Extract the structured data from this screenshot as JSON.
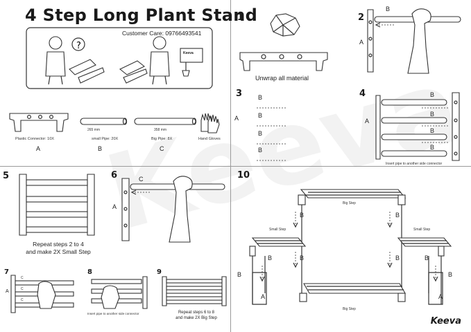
{
  "header": {
    "title": "4 Step Long Plant Stand",
    "customer_care": "Customer Care: 09766493541",
    "box_logo_text": "Keeva"
  },
  "parts": {
    "items": [
      {
        "caption": "Plastic Connector: 10X",
        "letter": "A"
      },
      {
        "caption": "small Pipe: 20X",
        "letter": "B",
        "dimension": "265 mm"
      },
      {
        "caption": "Big Pipe: 8X",
        "letter": "C",
        "dimension": "358 mm"
      },
      {
        "caption": "Hand Gloves",
        "letter": ""
      }
    ]
  },
  "steps": {
    "s1": {
      "number": "1",
      "caption": "Unwrap all material"
    },
    "s2": {
      "number": "2",
      "label_b": "B",
      "label_a": "A"
    },
    "s3": {
      "number": "3",
      "label_a": "A",
      "labels_b": [
        "B",
        "B",
        "B",
        "B"
      ]
    },
    "s4": {
      "number": "4",
      "label_a": "A",
      "labels_b": [
        "B",
        "B",
        "B",
        "B"
      ],
      "caption": "Insert pipe to another side connector"
    },
    "s5": {
      "number": "5",
      "caption_line1": "Repeat steps 2 to 4",
      "caption_line2": "and make 2X Small Step"
    },
    "s6": {
      "number": "6",
      "label_c": "C",
      "label_a": "A"
    },
    "s7": {
      "number": "7",
      "label_a": "A",
      "labels_c": [
        "C",
        "C",
        "C"
      ]
    },
    "s8": {
      "number": "8",
      "caption": "Insert pipe to another side connector"
    },
    "s9": {
      "number": "9",
      "caption_line1": "Repeat steps 6 to 8",
      "caption_line2": "and make 2X Big Step"
    },
    "s10": {
      "number": "10",
      "big_step_top": "Big Step",
      "big_step_bottom": "Big Step",
      "small_step_left": "Small Step",
      "small_step_right": "Small Step",
      "labels_b": [
        "B",
        "B",
        "B",
        "B",
        "B",
        "B",
        "B",
        "B"
      ],
      "labels_a": [
        "A",
        "A"
      ]
    }
  },
  "brand": {
    "name": "Keeva",
    "watermark": "Keeva"
  }
}
